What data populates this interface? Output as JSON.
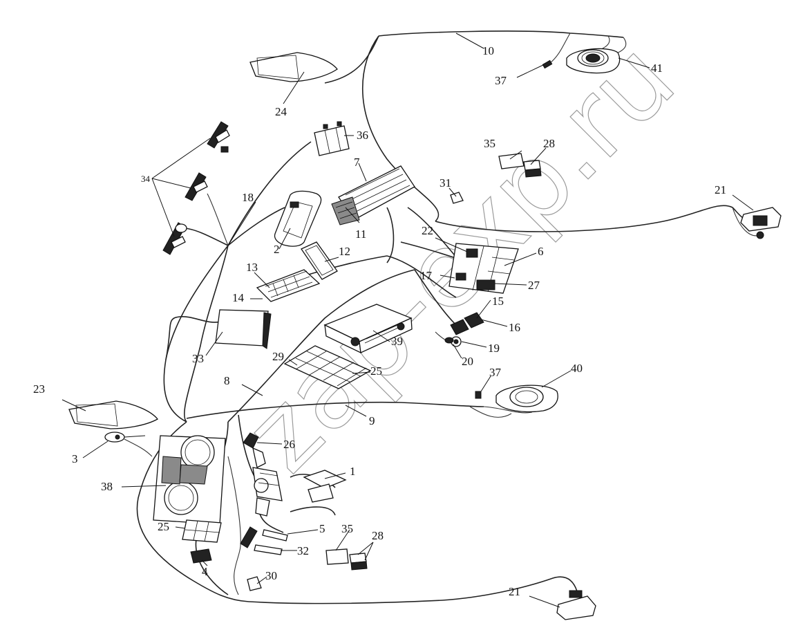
{
  "watermark": "zap-exp.ru",
  "labels": {
    "l1": "1",
    "l2": "2",
    "l3": "3",
    "l4": "4",
    "l5": "5",
    "l6": "6",
    "l7": "7",
    "l8": "8",
    "l9": "9",
    "l10": "10",
    "l11": "11",
    "l12": "12",
    "l13": "13",
    "l14": "14",
    "l15": "15",
    "l16": "16",
    "l17": "17",
    "l18": "18",
    "l19": "19",
    "l20": "20",
    "l21a": "21",
    "l21b": "21",
    "l22": "22",
    "l23": "23",
    "l24": "24",
    "l25a": "25",
    "l25b": "25",
    "l26": "26",
    "l27": "27",
    "l28a": "28",
    "l28b": "28",
    "l29": "29",
    "l30": "30",
    "l31": "31",
    "l32": "32",
    "l33": "33",
    "l34": "34",
    "l35a": "35",
    "l35b": "35",
    "l36": "36",
    "l37a": "37",
    "l37b": "37",
    "l38": "38",
    "l39": "39",
    "l40": "40",
    "l41": "41"
  }
}
